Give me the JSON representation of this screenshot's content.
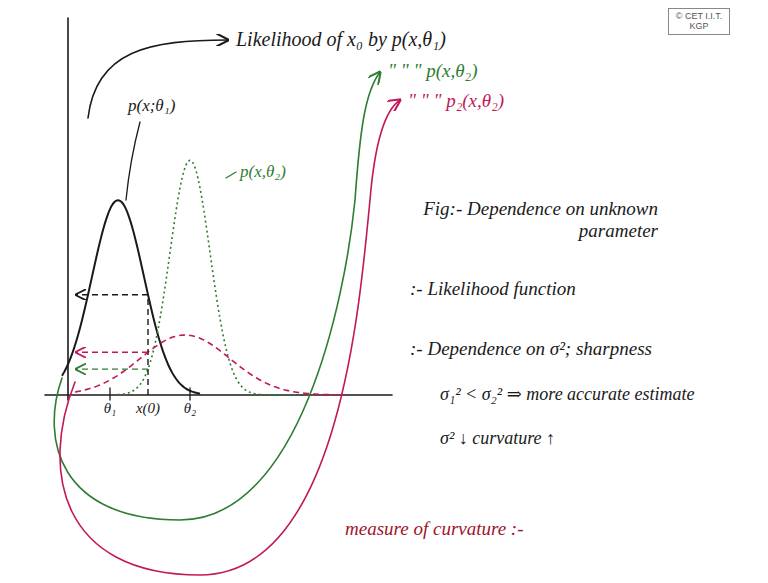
{
  "diagram": {
    "nodes": [
      {
        "text": [
          "© CET I.I.T. KGP"
        ]
      }
    ],
    "labels": [
      "Likelihood of x₀ by p(x,θ₁)",
      "\" \" \" p(x,θ₂)",
      "\" \" \" p₂(x,θ₂)",
      "p(x;θ₁)",
      "p(x,θ₂)",
      "θ₁",
      "x(0)",
      "θ₂",
      "Fig:- Dependence on unknown parameter",
      ":- Likelihood function",
      ":- Dependence on σ²; sharpness",
      "σ₁² < σ₂² ⇒ more accurate estimate",
      "σ² ↓ curvature ↑",
      "measure of curvature :-"
    ]
  }
}
